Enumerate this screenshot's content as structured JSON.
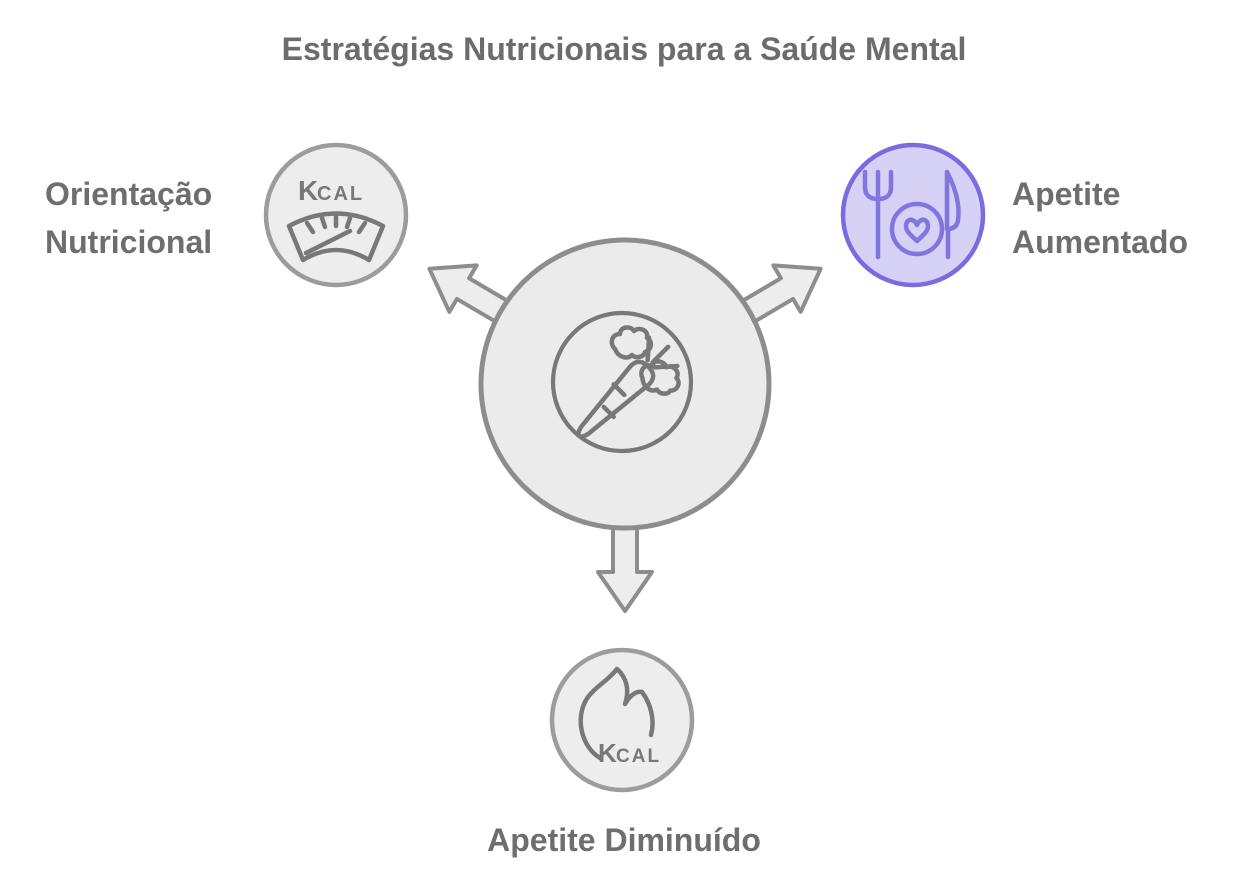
{
  "title": "Estratégias Nutricionais para a Saúde Mental",
  "colors": {
    "accent_purple_text": "#6b50e3",
    "purple_node_fill": "#d6d2f5",
    "purple_node_stroke": "#7a6ce0",
    "gray_text": "#6e6e6e",
    "node_fill": "#ededed",
    "node_stroke": "#9c9c9c",
    "icon_stroke": "#787878"
  },
  "center_node": {
    "icon": "vegetables-plate-icon"
  },
  "nodes": {
    "top_left": {
      "line1": "Orientação",
      "line2": "Nutricional",
      "icon": "calorie-scale-icon",
      "kcal": {
        "k": "K",
        "cal": "CAL"
      }
    },
    "top_right": {
      "line1": "Apetite",
      "line2": "Aumentado",
      "icon": "meal-plate-heart-icon"
    },
    "bottom": {
      "label": "Apetite Diminuído",
      "icon": "calorie-flame-icon",
      "kcal": {
        "k": "K",
        "cal": "CAL"
      }
    }
  }
}
